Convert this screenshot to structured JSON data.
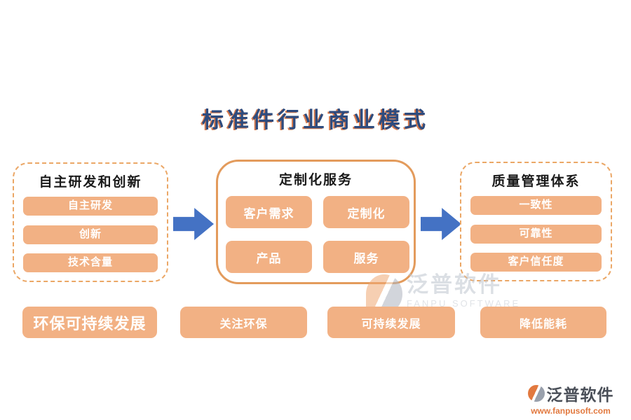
{
  "title": "标准件行业商业模式",
  "groups": [
    {
      "title": "自主研发和创新",
      "items": [
        "自主研发",
        "创新",
        "技术含量"
      ]
    },
    {
      "title": "定制化服务",
      "items": [
        "客户需求",
        "定制化",
        "产品",
        "服务"
      ]
    },
    {
      "title": "质量管理体系",
      "items": [
        "一致性",
        "可靠性",
        "客户信任度"
      ]
    }
  ],
  "bottom_items": [
    "环保可持续发展",
    "关注环保",
    "可持续发展",
    "降低能耗"
  ],
  "watermark": {
    "brand": "泛普软件",
    "brand_en": "FANPU SOFTWARE"
  },
  "footer": {
    "brand": "泛普软件",
    "url": "www.fanpusoft.com"
  },
  "colors": {
    "pill_fill": "#F2B184",
    "box_border_orange": "#E9A260",
    "arrow_blue": "#4472C4",
    "title_navy": "#2E4B7E",
    "title_shadow_orange": "#D97C4E",
    "watermark_grey": "#C2C7D0",
    "footer_url_orange": "#E2793F"
  }
}
